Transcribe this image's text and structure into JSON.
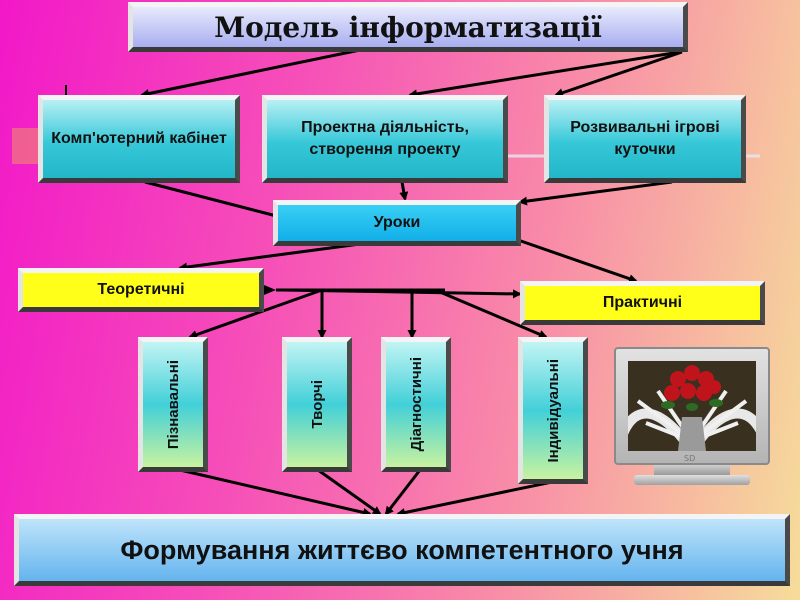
{
  "title": "Модель інформатизації",
  "top_row": {
    "computer_room": "Комп'ютерний кабінет",
    "project_activity": "Проектна діяльність, створення проекту",
    "play_corners": "Розвивальні ігрові куточки"
  },
  "lessons": "Уроки",
  "theoretical": "Теоретичні",
  "practical": "Практичні",
  "lesson_types": {
    "cognitive": "Пізнавальні",
    "creative": "Творчі",
    "diagnostic": "Діагностичні",
    "individual": "Індивідуальні"
  },
  "monitor_label": "SD",
  "result": "Формування життєво компетентного учня",
  "colors": {
    "box_teal": "#36c8d8",
    "box_blue": "#11aee8",
    "box_yellow": "#ffff1a",
    "arrow": "#000000"
  }
}
